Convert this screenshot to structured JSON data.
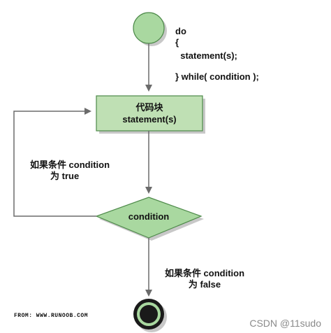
{
  "code": {
    "line1": "do",
    "line2": "{",
    "line3": "  statement(s);",
    "line4": "",
    "line5": "} while( condition );"
  },
  "process_box": {
    "line1": "代码块",
    "line2": "statement(s)"
  },
  "decision": {
    "label": "condition"
  },
  "labels": {
    "true_line1": "如果条件 condition",
    "true_line2": "为 true",
    "false_line1": "如果条件 condition",
    "false_line2": "为 false"
  },
  "footer": {
    "source": "FROM: WWW.RUNOOB.COM",
    "watermark": "CSDN @11sudo"
  },
  "colors": {
    "node_fill": "#a9d8a0",
    "box_fill": "#bfe0b4",
    "stroke": "#4e8a4a",
    "line": "#6b6b6b",
    "shadow": "#c8c8c8"
  }
}
